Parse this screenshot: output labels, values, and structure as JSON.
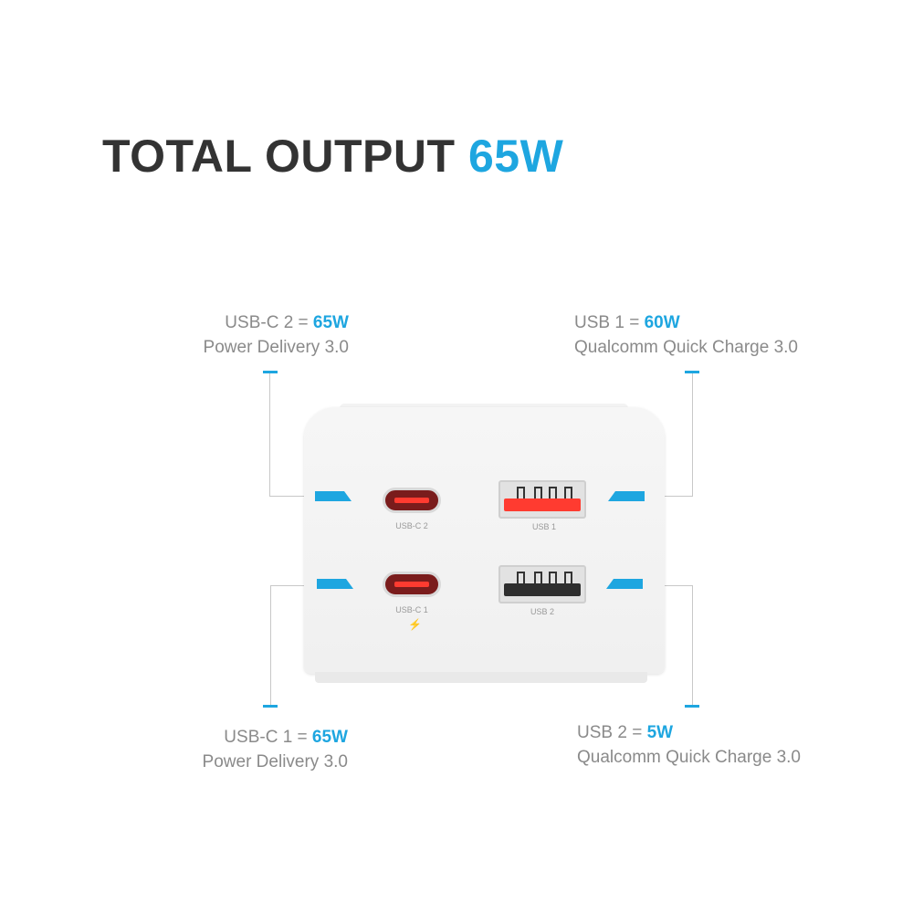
{
  "title": {
    "prefix": "TOTAL OUTPUT",
    "value": "65W"
  },
  "ports": [
    {
      "id": "usb-c-2",
      "label_main": "USB-C 2 = ",
      "watt": "65W",
      "subtitle": "Power Delivery 3.0",
      "port_label": "USB-C 2"
    },
    {
      "id": "usb-1",
      "label_main": "USB 1 = ",
      "watt": "60W",
      "subtitle": "Qualcomm Quick Charge 3.0",
      "port_label": "USB 1"
    },
    {
      "id": "usb-c-1",
      "label_main": "USB-C 1 = ",
      "watt": "65W",
      "subtitle": "Power Delivery 3.0",
      "port_label": "USB-C 1"
    },
    {
      "id": "usb-2",
      "label_main": "USB 2 = ",
      "watt": "5W",
      "subtitle": "Qualcomm Quick Charge 3.0",
      "port_label": "USB 2"
    }
  ],
  "colors": {
    "accent": "#1ea6e0",
    "text": "#333333",
    "port_red": "#ff3b30"
  }
}
